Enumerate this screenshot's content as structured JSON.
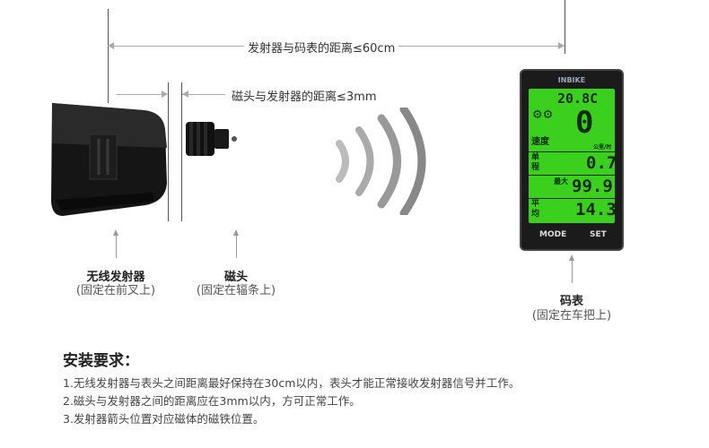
{
  "dimensions": {
    "transmitter_to_computer": "发射器与码表的距离≤60cm",
    "magnet_to_transmitter": "磁头与发射器的距离≤3mm"
  },
  "labels": {
    "transmitter": {
      "title": "无线发射器",
      "sub": "(固定在前叉上)"
    },
    "magnet": {
      "title": "磁头",
      "sub": "(固定在辐条上)"
    },
    "computer": {
      "title": "码表",
      "sub": "(固定在车把上)"
    }
  },
  "device": {
    "brand": "INBIKE",
    "screen": {
      "temp": "20.8C",
      "speed": "0",
      "speed_label": "速度",
      "speed_unit": "公里/时",
      "trip_label": "单程",
      "trip_value": "0.7",
      "max_label": "最大",
      "max_value": "99.9",
      "avg_label": "平均",
      "avg_value": "14.3"
    },
    "buttons": {
      "mode": "MODE",
      "set": "SET"
    }
  },
  "install": {
    "title": "安装要求：",
    "items": [
      "1.无线发射器与表头之间距离最好保持在30cm以内，表头才能正常接收发射器信号并工作。",
      "2.磁头与发射器之间的距离应在3mm以内，方可正常工作。",
      "3.发射器箭头位置对应磁体的磁铁位置。"
    ]
  },
  "colors": {
    "lcd": "#3cd01e",
    "device_body": "#1b1b1b"
  }
}
